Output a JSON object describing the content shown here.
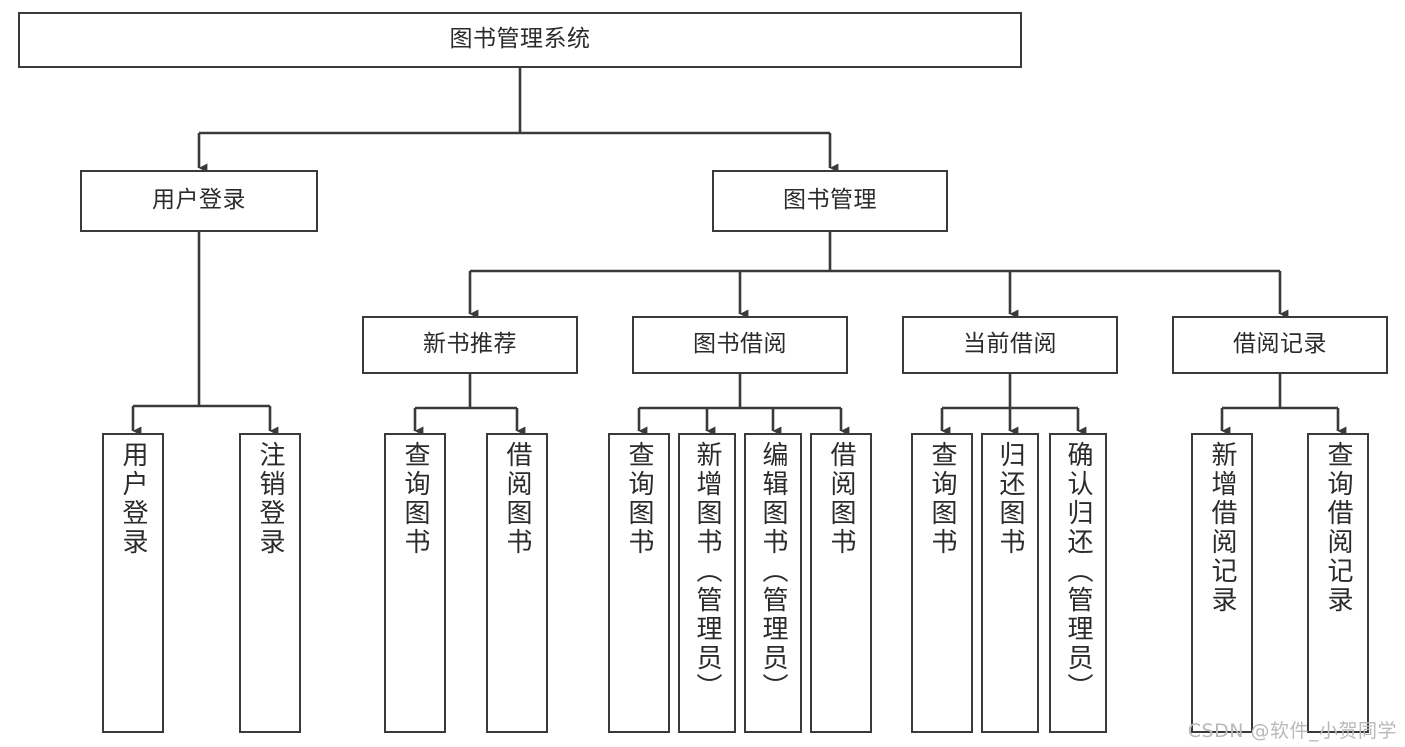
{
  "diagram": {
    "type": "tree",
    "title": "图书管理系统",
    "watermark": "CSDN @软件_小贺同学",
    "line_color": "#3a3a3a",
    "box_fill": "#ffffff",
    "text_color": "#2b2b2b",
    "root": {
      "label": "图书管理系统"
    },
    "level2": [
      {
        "label": "用户登录"
      },
      {
        "label": "图书管理"
      }
    ],
    "level3": [
      {
        "label": "新书推荐"
      },
      {
        "label": "图书借阅"
      },
      {
        "label": "当前借阅"
      },
      {
        "label": "借阅记录"
      }
    ],
    "leaves": {
      "user_login": [
        {
          "label": "用户登录"
        },
        {
          "label": "注销登录"
        }
      ],
      "new_book_recommend": [
        {
          "label": "查询图书"
        },
        {
          "label": "借阅图书"
        }
      ],
      "book_borrow": [
        {
          "label": "查询图书"
        },
        {
          "label": "新增图书（管理员）"
        },
        {
          "label": "编辑图书（管理员）"
        },
        {
          "label": "借阅图书"
        }
      ],
      "current_borrow": [
        {
          "label": "查询图书"
        },
        {
          "label": "归还图书"
        },
        {
          "label": "确认归还（管理员）"
        }
      ],
      "borrow_record": [
        {
          "label": "新增借阅记录"
        },
        {
          "label": "查询借阅记录"
        }
      ]
    }
  }
}
